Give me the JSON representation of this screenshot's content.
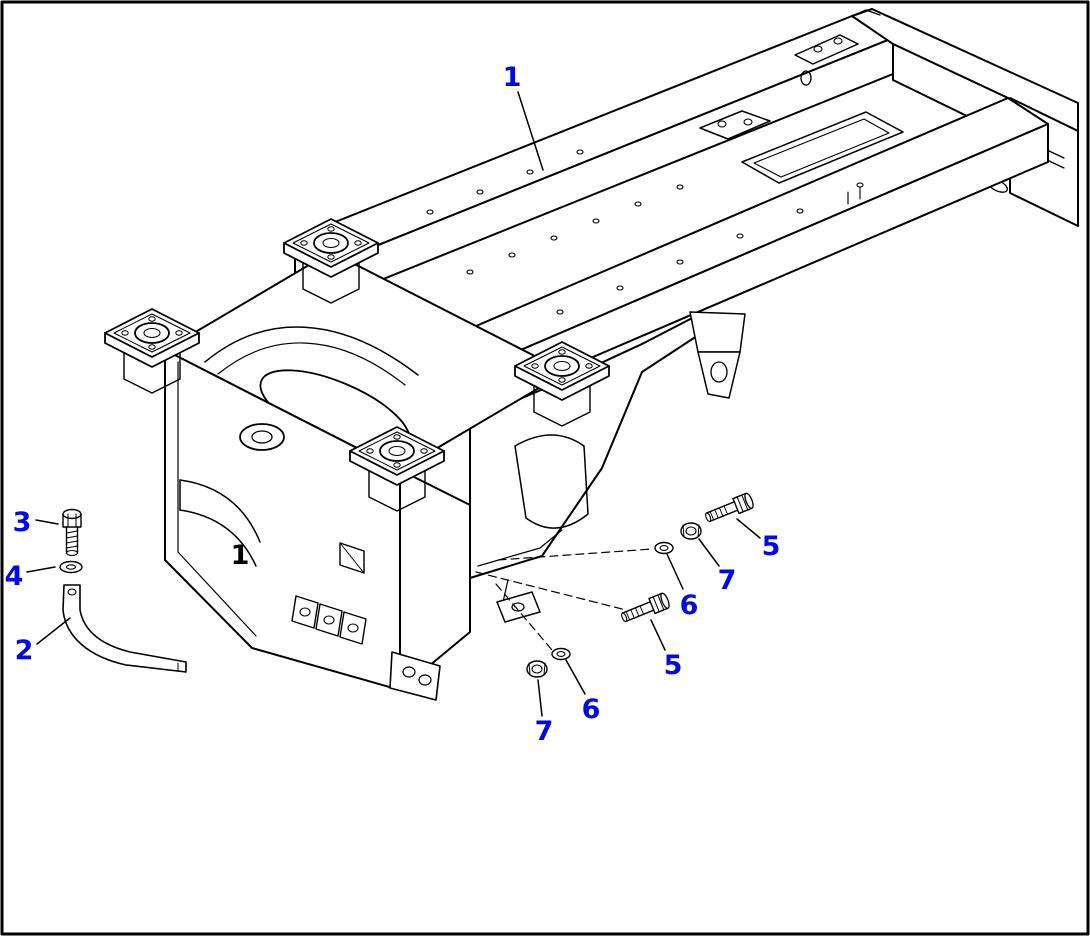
{
  "colors": {
    "callout": "#0008e8",
    "line": "#000000",
    "background": "#ffffff",
    "border": "#000000"
  },
  "callouts": [
    {
      "label": "1"
    },
    {
      "label": "3"
    },
    {
      "label": "4"
    },
    {
      "label": "2"
    },
    {
      "label": "5"
    },
    {
      "label": "7"
    },
    {
      "label": "6"
    },
    {
      "label": "5"
    },
    {
      "label": "6"
    },
    {
      "label": "7"
    },
    {
      "label": "1"
    }
  ]
}
